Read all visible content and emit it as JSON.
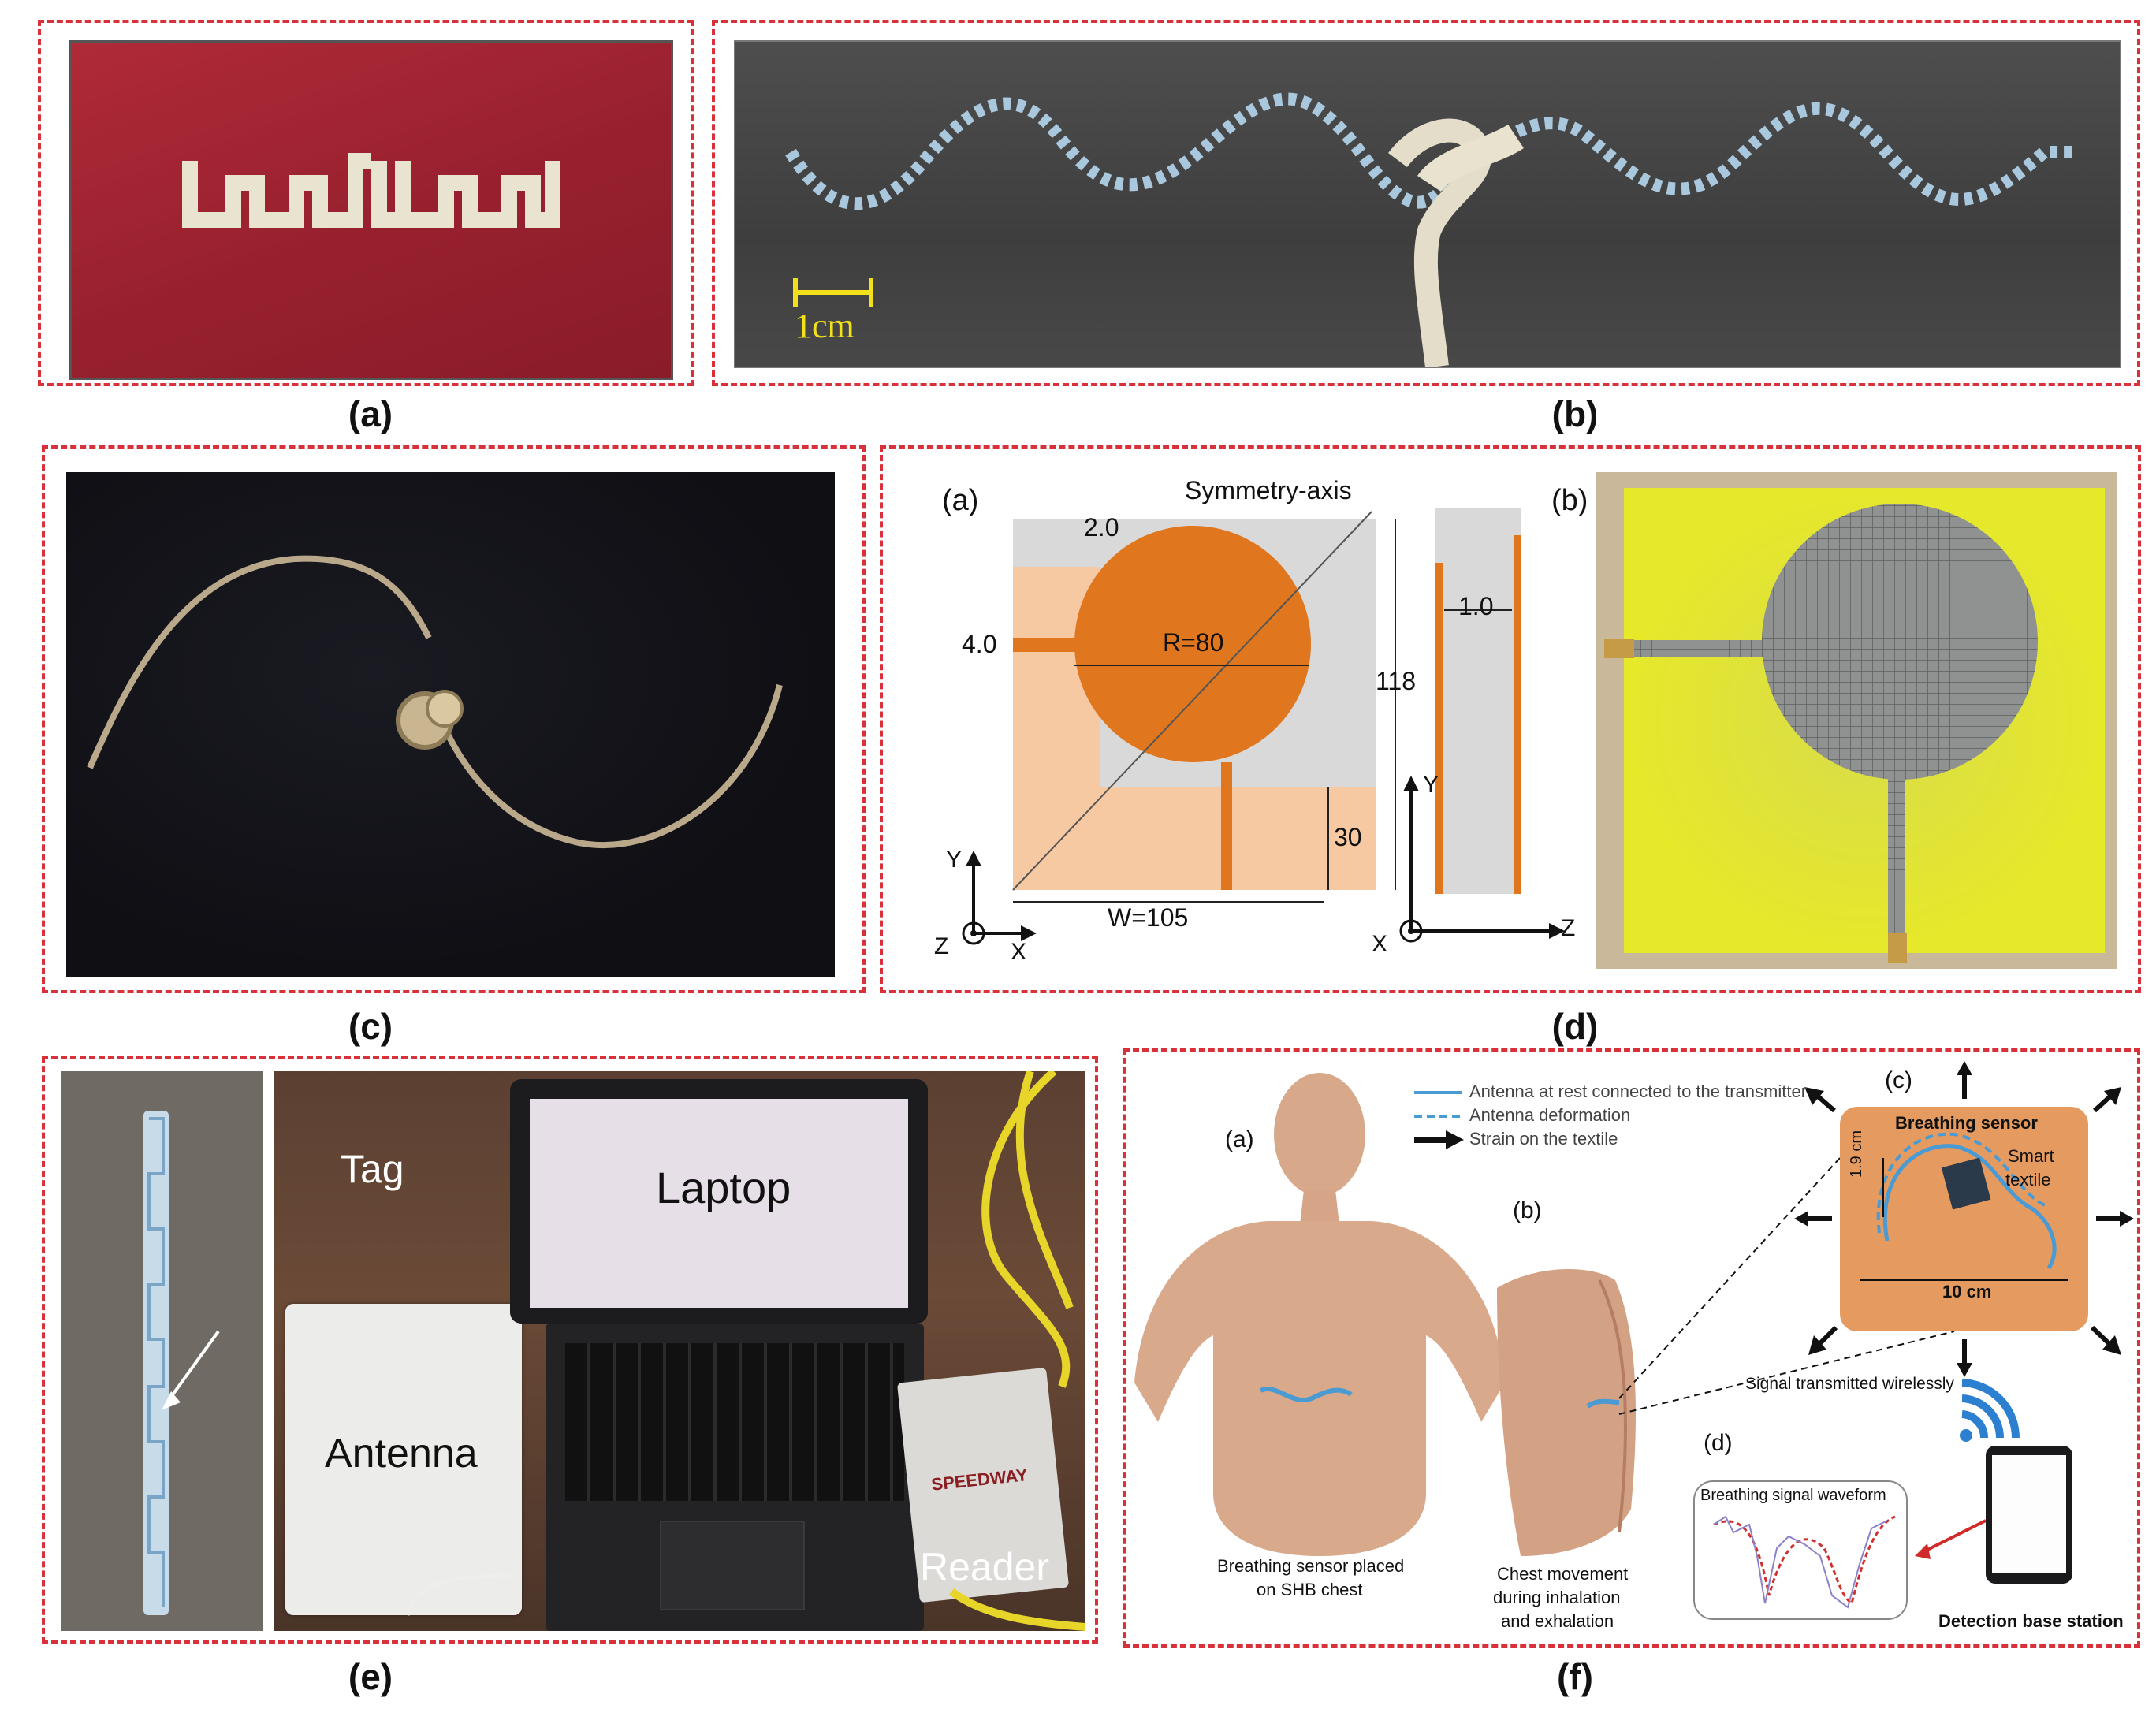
{
  "captions": {
    "a": "(a)",
    "b": "(b)",
    "c": "(c)",
    "d": "(d)",
    "e": "(e)",
    "f": "(f)"
  },
  "panel_b": {
    "scale_label": "1cm"
  },
  "panel_d": {
    "sub_a": "(a)",
    "sub_b": "(b)",
    "symmetry_axis": "Symmetry-axis",
    "dim_2": "2.0",
    "dim_4": "4.0",
    "radius": "R=80",
    "height": "118",
    "dim_30": "30",
    "width": "W=105",
    "dim_1": "1.0",
    "axis_y1": "Y",
    "axis_z1": "Z",
    "axis_x1": "X",
    "axis_y2": "Y",
    "axis_x2": "X",
    "axis_z2": "Z"
  },
  "panel_e": {
    "tag": "Tag",
    "laptop": "Laptop",
    "antenna": "Antenna",
    "reader": "Reader",
    "reader_brand": "SPEEDWAY"
  },
  "panel_f": {
    "legend": {
      "rest": "Antenna at rest connected to the transmitter",
      "deform": "Antenna deformation",
      "strain": "Strain on the textile"
    },
    "sub_a": "(a)",
    "sub_b": "(b)",
    "sub_c": "(c)",
    "sub_d": "(d)",
    "sensor_title": "Breathing sensor",
    "smart_1": "Smart",
    "smart_2": "textile",
    "dim_h": "1.9 cm",
    "dim_w": "10 cm",
    "signal": "Signal transmitted wirelessly",
    "waveform": "Breathing signal waveform",
    "placed_1": "Breathing sensor placed",
    "placed_2": "on SHB chest",
    "chest_1": "Chest movement",
    "chest_2": "during inhalation",
    "chest_3": "and exhalation",
    "station": "Detection base station"
  },
  "colors": {
    "dashed_border": "#d8313a",
    "copper": "#e0761d",
    "substrate": "#f7c9a3",
    "felt": "#e8ea2c"
  }
}
